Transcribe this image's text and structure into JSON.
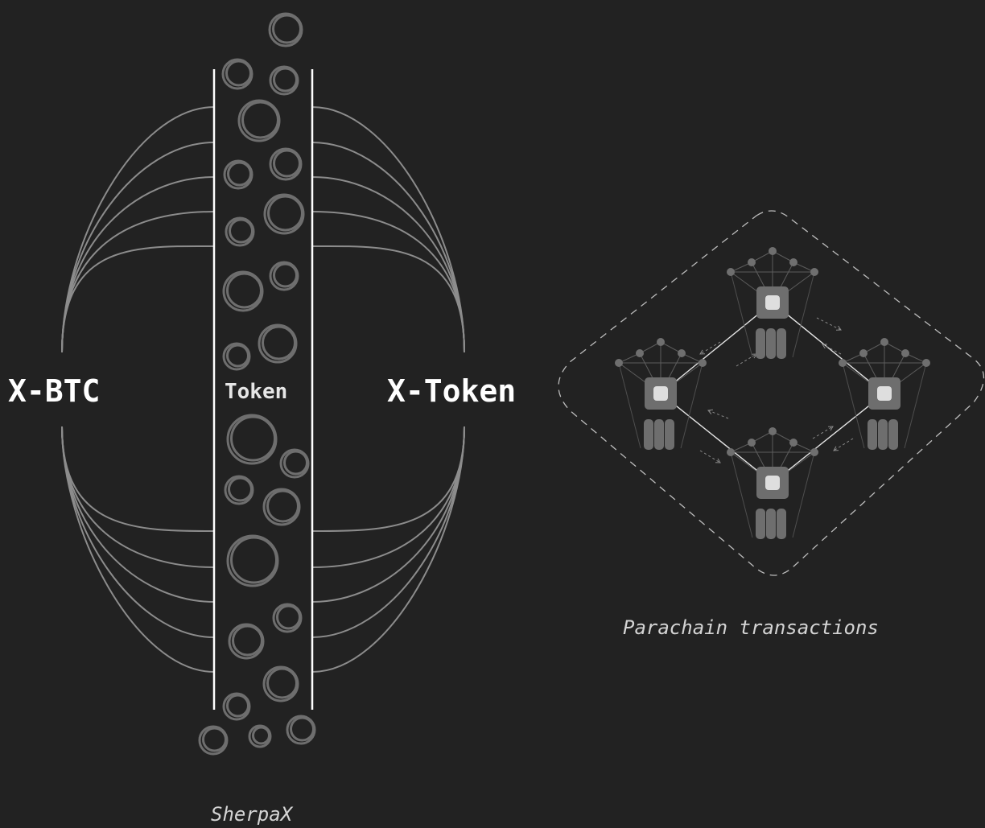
{
  "bridge": {
    "left_label": "X-BTC",
    "center_label": "Token",
    "right_label": "X-Token",
    "caption": "SherpaX"
  },
  "parachain": {
    "caption": "Parachain transactions"
  },
  "colors": {
    "background": "#222222",
    "line": "#8a8a8a",
    "rail": "#ffffff",
    "node": "#6a6a6a",
    "node_core": "#dddddd"
  }
}
